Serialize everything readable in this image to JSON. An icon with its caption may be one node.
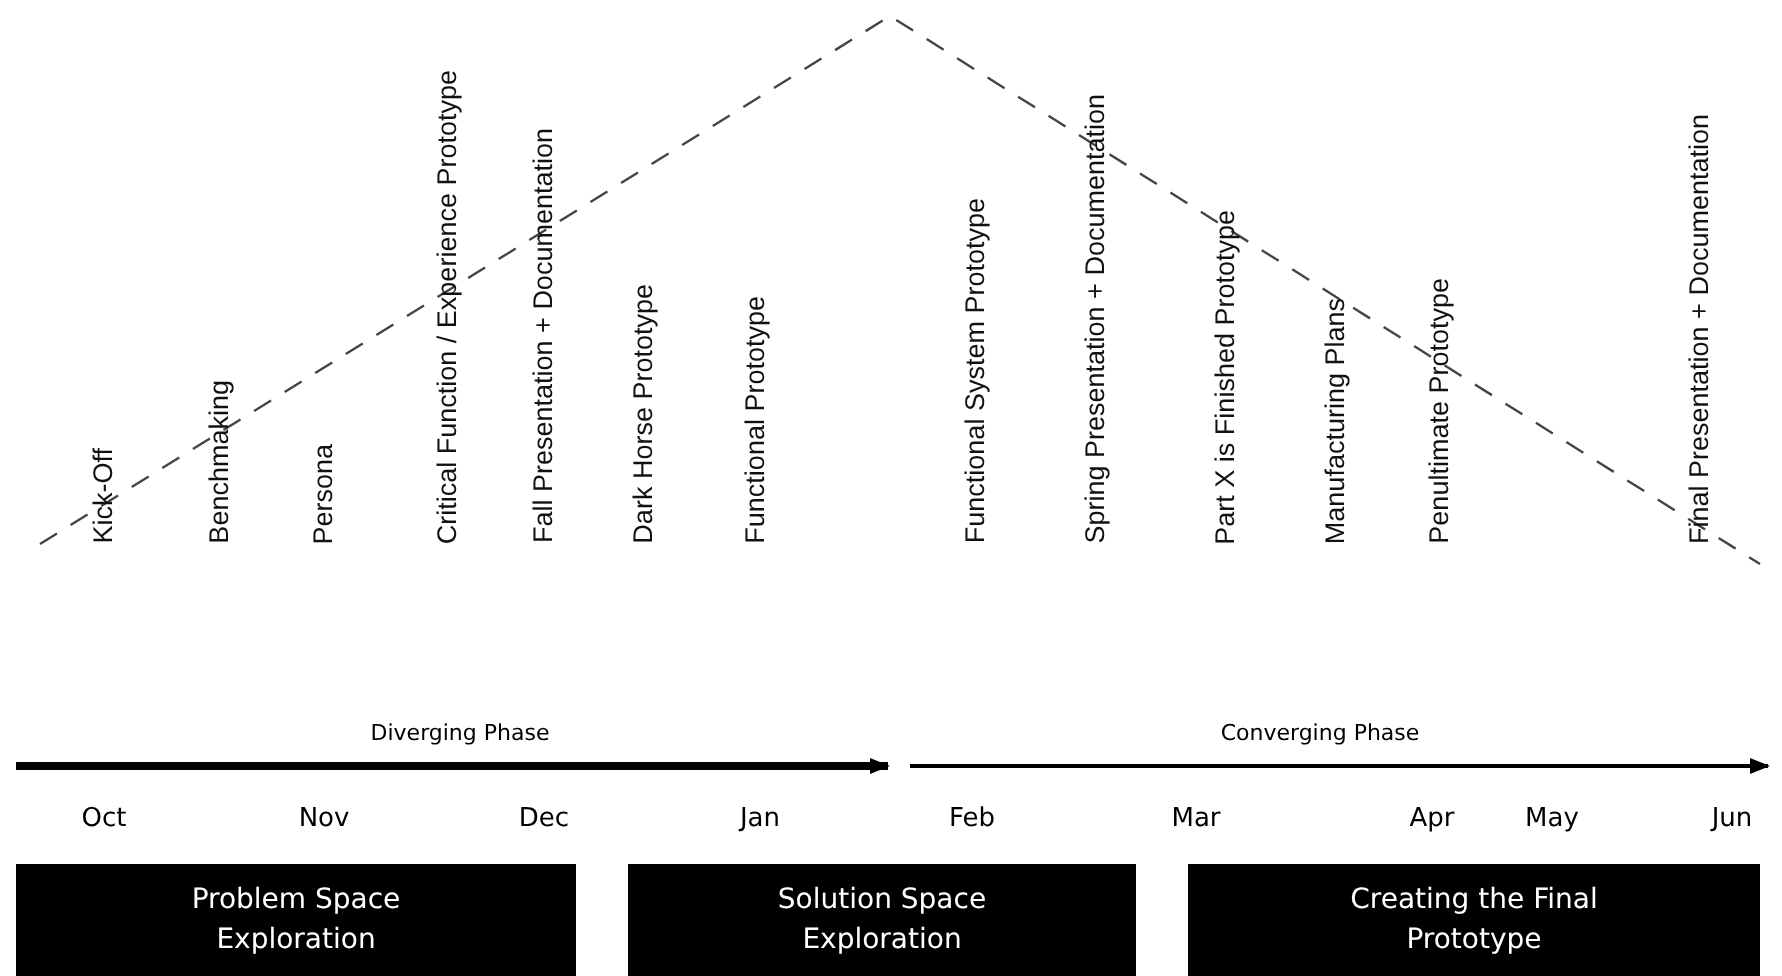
{
  "diagram": {
    "nodes": [
      {
        "text": [
          "Problem Space Exploration"
        ]
      },
      {
        "text": [
          "Solution Space Exploration"
        ]
      },
      {
        "text": [
          "Creating the Final Prototype"
        ]
      }
    ],
    "edges": [],
    "labels": [
      "Kick-Off",
      "Benchmaking",
      "Persona",
      "Critical Function / Experience Prototype",
      "Fall Presentation + Documentation",
      "Dark Horse Prototype",
      "Functional Prototype",
      "Functional System Prototype",
      "Spring Presentation + Documentation",
      "Part X is Finished Prototype",
      "Manufacturing Plans",
      "Penultimate Prototype",
      "Final Presentation + Documentation",
      "Diverging Phase",
      "Converging Phase",
      "Oct",
      "Nov",
      "Dec",
      "Jan",
      "Feb",
      "Mar",
      "Apr",
      "May",
      "Jun"
    ]
  }
}
